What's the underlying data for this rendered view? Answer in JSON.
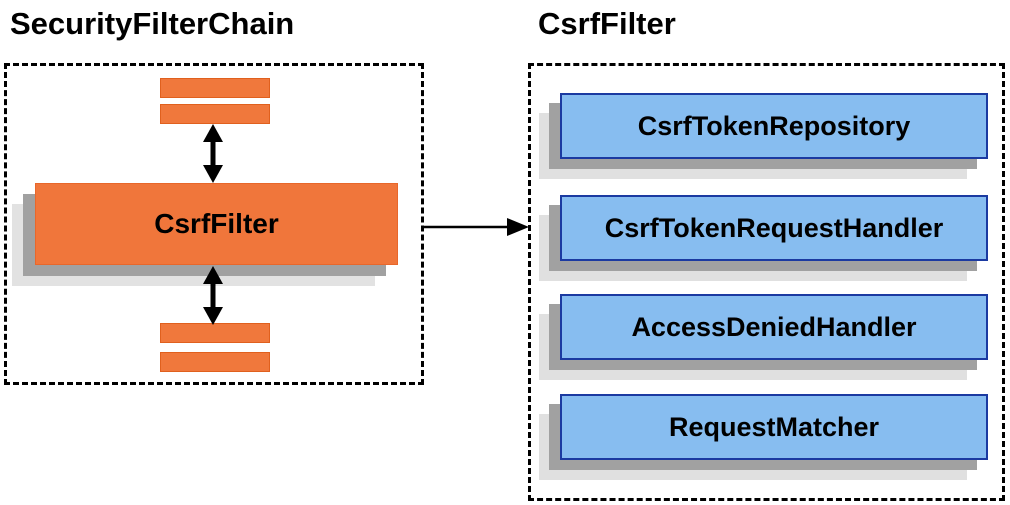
{
  "diagram": {
    "left_panel": {
      "title": "SecurityFilterChain",
      "filter_label": "CsrfFilter",
      "other_filter_bars_count": 4
    },
    "right_panel": {
      "title": "CsrfFilter",
      "components": [
        {
          "label": "CsrfTokenRepository"
        },
        {
          "label": "CsrfTokenRequestHandler"
        },
        {
          "label": "AccessDeniedHandler"
        },
        {
          "label": "RequestMatcher"
        }
      ]
    },
    "icons": {
      "bidirectional_arrow_icon": "↕",
      "right_arrow_icon": "→"
    },
    "colors": {
      "filter_fill": "#F0763B",
      "filter_border": "#E8672B",
      "component_fill": "#87BDF0",
      "component_border": "#1B3AA1",
      "shadow_dark": "#A1A1A1",
      "shadow_light": "#E0E0E0",
      "arrow": "#000000",
      "dashed_border": "#000000"
    }
  }
}
